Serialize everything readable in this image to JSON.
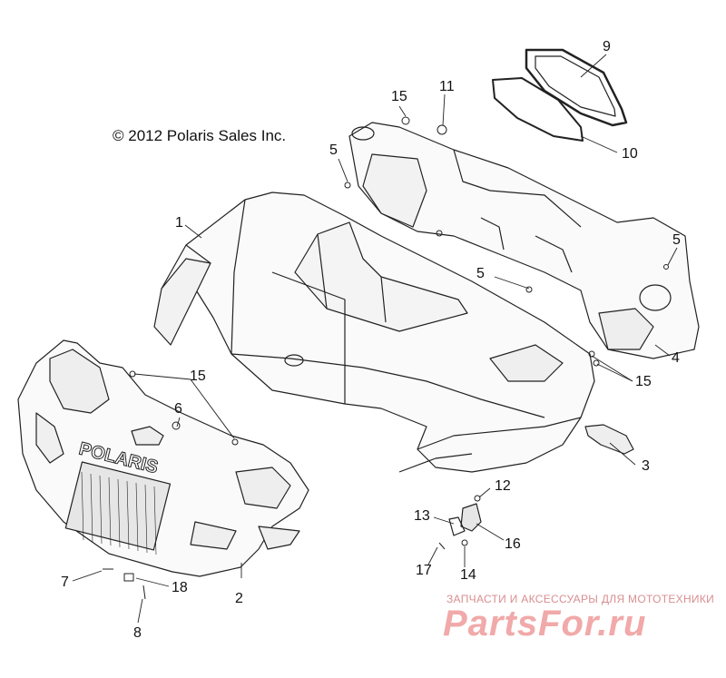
{
  "copyright": "© 2012 Polaris Sales Inc.",
  "callouts": [
    {
      "id": "c1",
      "text": "1"
    },
    {
      "id": "c2",
      "text": "2"
    },
    {
      "id": "c3",
      "text": "3"
    },
    {
      "id": "c4",
      "text": "4"
    },
    {
      "id": "c5a",
      "text": "5"
    },
    {
      "id": "c5b",
      "text": "5"
    },
    {
      "id": "c5c",
      "text": "5"
    },
    {
      "id": "c6",
      "text": "6"
    },
    {
      "id": "c7",
      "text": "7"
    },
    {
      "id": "c8",
      "text": "8"
    },
    {
      "id": "c9",
      "text": "9"
    },
    {
      "id": "c10",
      "text": "10"
    },
    {
      "id": "c11",
      "text": "11"
    },
    {
      "id": "c12",
      "text": "12"
    },
    {
      "id": "c13",
      "text": "13"
    },
    {
      "id": "c14",
      "text": "14"
    },
    {
      "id": "c15a",
      "text": "15"
    },
    {
      "id": "c15b",
      "text": "15"
    },
    {
      "id": "c15c",
      "text": "15"
    },
    {
      "id": "c16",
      "text": "16"
    },
    {
      "id": "c17",
      "text": "17"
    },
    {
      "id": "c18",
      "text": "18"
    }
  ],
  "watermark": {
    "subtitle": "ЗАПЧАСТИ И АКСЕССУАРЫ ДЛЯ МОТОТЕХНИКИ",
    "brand": "PartsFor.ru",
    "color": "#f1a9a9"
  },
  "logo_text": "POLARIS"
}
